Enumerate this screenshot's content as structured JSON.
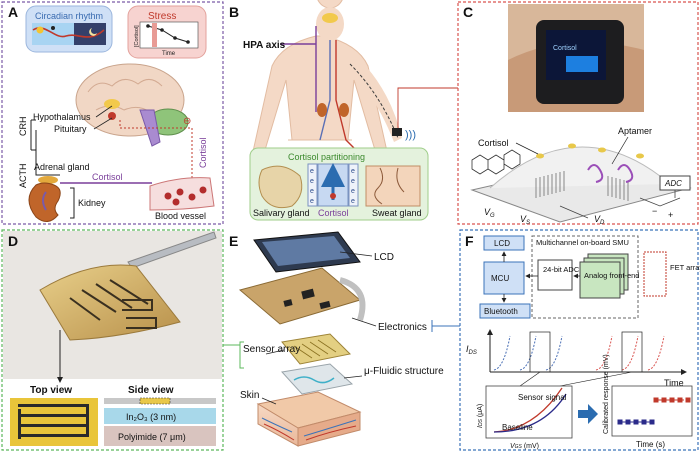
{
  "panels": {
    "a": {
      "letter": "A",
      "circadian": "Circadian rhythm",
      "stress": "Stress",
      "stress_y": "[Cortisol]",
      "stress_x": "Time",
      "crh": "CRH",
      "acth": "ACTH",
      "hypothalamus": "Hypothalamus",
      "pituitary": "Pituitary",
      "adrenal": "Adrenal gland",
      "kidney": "Kidney",
      "cortisol_vertical": "Cortisol",
      "cortisol_horizontal": "Cortisol",
      "blood_vessel": "Blood vessel",
      "minus": "⊖"
    },
    "b": {
      "letter": "B",
      "hpa": "HPA axis",
      "partition_title": "Cortisol partitioning",
      "salivary": "Salivary gland",
      "cortisol": "Cortisol",
      "sweat": "Sweat gland",
      "ion_symbol": "e"
    },
    "c": {
      "letter": "C",
      "watch_line1": "Cortisol",
      "cortisol": "Cortisol",
      "aptamer": "Aptamer",
      "adc": "ADC",
      "vg": "V",
      "vg_sub": "G",
      "vs": "V",
      "vs_sub": "S",
      "vd": "V",
      "vd_sub": "D",
      "minus_sign": "−",
      "plus_sign": "+"
    },
    "d": {
      "letter": "D",
      "top_view": "Top view",
      "side_view": "Side view",
      "in2o3": "In₂O₃ (3 nm)",
      "polyimide": "Polyimide (7 μm)"
    },
    "e": {
      "letter": "E",
      "lcd": "LCD",
      "electronics": "Electronics",
      "sensor_array": "Sensor array",
      "microfluidic": "μ-Fluidic structure",
      "skin": "Skin"
    },
    "f": {
      "letter": "F",
      "lcd": "LCD",
      "mcu": "MCU",
      "bluetooth": "Bluetooth",
      "adc": "24-bit ADC",
      "smu": "Multichannel on-board SMU",
      "afe": "Analog front-end",
      "fet": "FET array",
      "ids": "I",
      "ids_sub": "DS",
      "time": "Time",
      "sensor_signal": "Sensor signal",
      "baseline": "Baseline",
      "ids_ua": "I",
      "ids_ua_sub": "DS",
      "ids_ua_unit": " (μA)",
      "vgs": "V",
      "vgs_sub": "GS",
      "vgs_unit": " (mV)",
      "calibrated": "Calibrated response (mV)",
      "time_s": "Time (s)"
    }
  },
  "colors": {
    "purple_border": "#7b5aa6",
    "red_border": "#d9534f",
    "green_border": "#5cb85c",
    "blue_border": "#3b73b9",
    "cortisol_purple": "#7a3f9a"
  }
}
